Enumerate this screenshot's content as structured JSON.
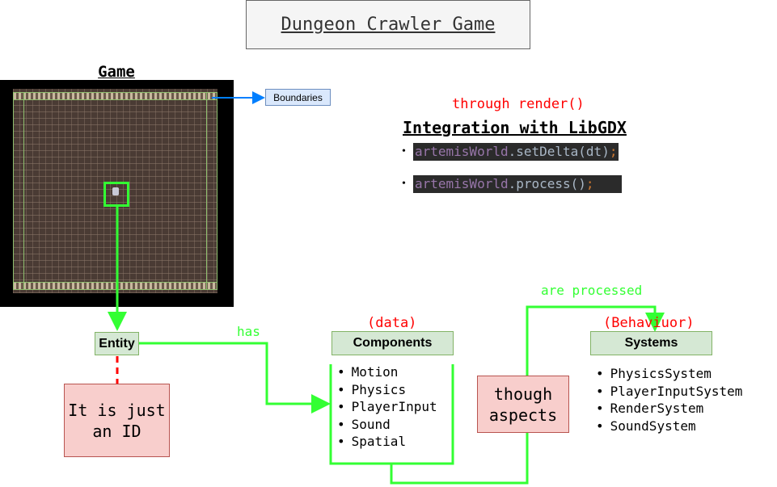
{
  "title": "Dungeon Crawler Game",
  "game": {
    "label": "Game",
    "boundaries_label": "Boundaries"
  },
  "integration": {
    "note": "through render()",
    "heading": "Integration with LibGDX",
    "code": [
      {
        "object": "artemisWorld",
        "call": ".setDelta(dt)",
        "end": ";"
      },
      {
        "object": "artemisWorld",
        "call": ".process()",
        "end": ";"
      }
    ]
  },
  "entity": {
    "label": "Entity",
    "note": "It is just an ID",
    "has_label": "has"
  },
  "components": {
    "annotation": "(data)",
    "label": "Components",
    "items": [
      "Motion",
      "Physics",
      "PlayerInput",
      "Sound",
      "Spatial"
    ]
  },
  "aspects": {
    "label": "though aspects"
  },
  "systems": {
    "annotation": "(Behaviuor)",
    "label": "Systems",
    "processed_label": "are processed",
    "items": [
      "PhysicsSystem",
      "PlayerInputSystem",
      "RenderSystem",
      "SoundSystem"
    ]
  },
  "colors": {
    "connector": "#33ff33",
    "boundary_arrow": "#007fff",
    "annotation": "#ff0000",
    "node_fill": "#d5e8d4",
    "note_fill": "#f8cecc"
  }
}
